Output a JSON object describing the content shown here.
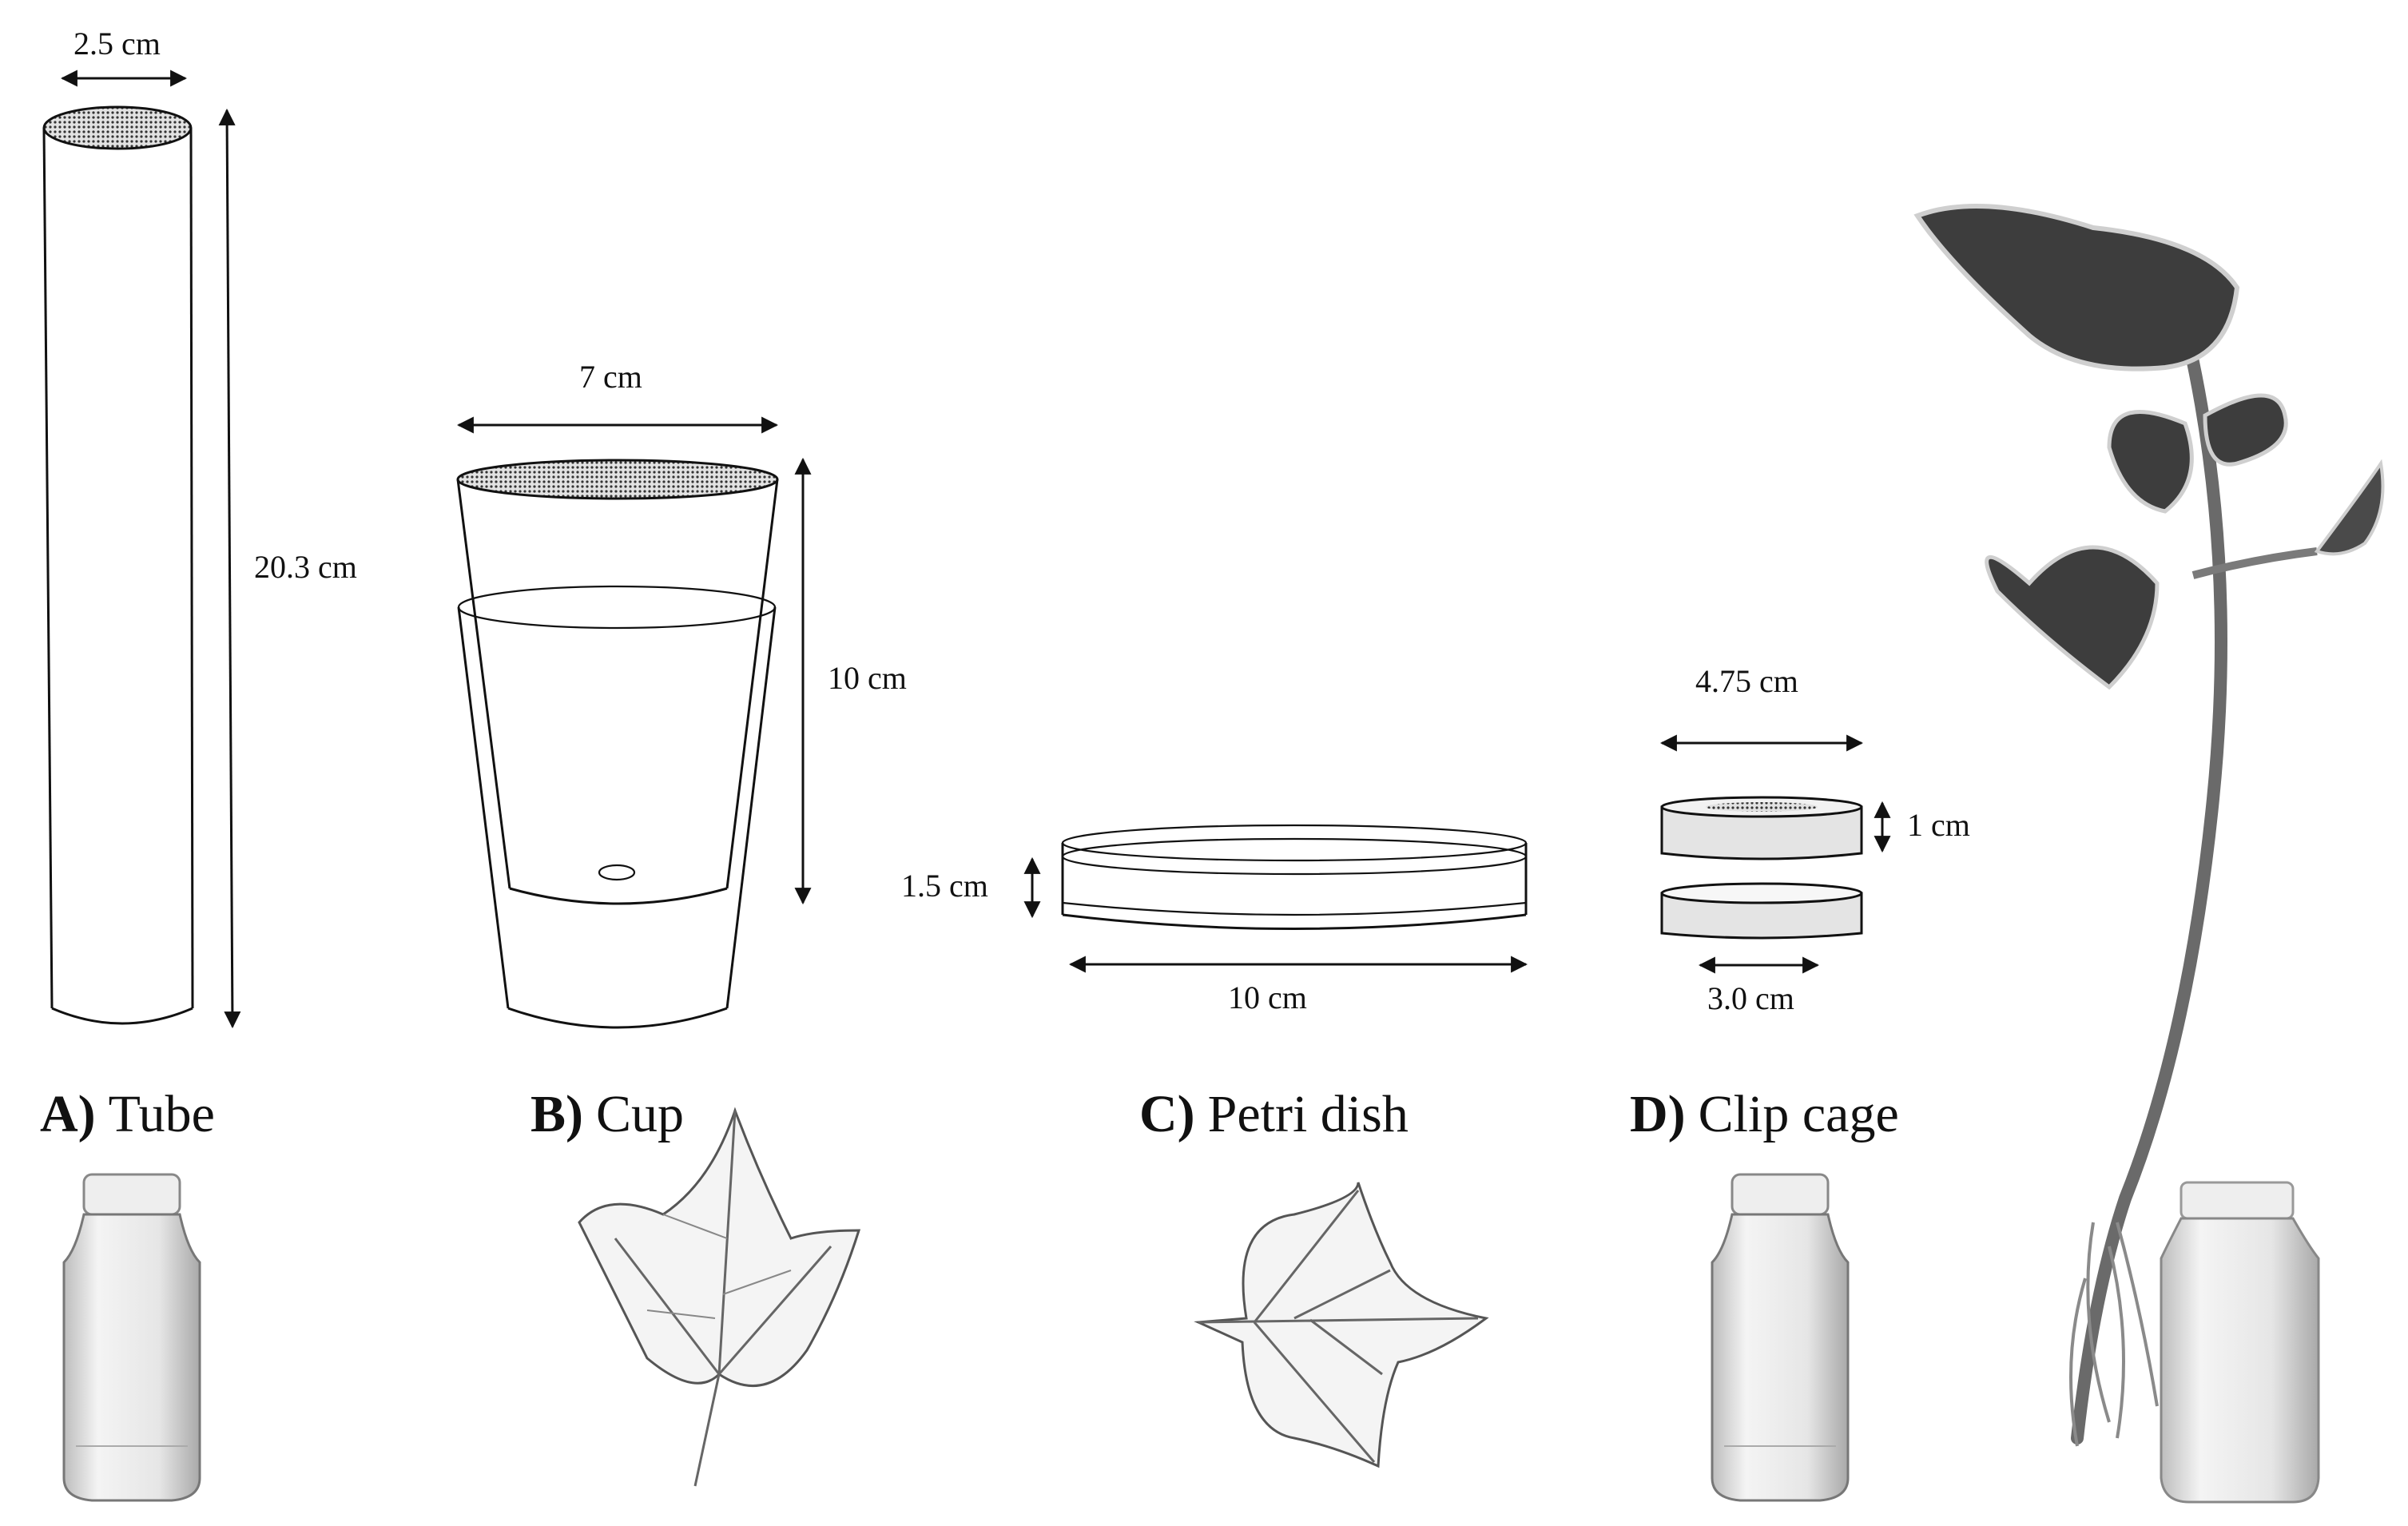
{
  "panels": {
    "tube": {
      "letter": "A)",
      "name": "Tube",
      "width": "2.5 cm",
      "height": "20.3 cm"
    },
    "cup": {
      "letter": "B)",
      "name": "Cup",
      "width": "7 cm",
      "height": "10 cm"
    },
    "petri": {
      "letter": "C)",
      "name": "Petri dish",
      "width": "10 cm",
      "height": "1.5 cm"
    },
    "clip": {
      "letter": "D)",
      "name": "Clip cage",
      "outer_width": "4.75 cm",
      "height": "1 cm",
      "inner_width": "3.0 cm"
    }
  },
  "colors": {
    "ink": "#111111",
    "mesh": "#555555",
    "leaf": "#3d3d3d",
    "stem": "#6a6a6a",
    "glass": "#c8c8c8"
  },
  "icons": [
    "glass-vial-icon",
    "leaf-icon",
    "plant-cutting-icon"
  ]
}
